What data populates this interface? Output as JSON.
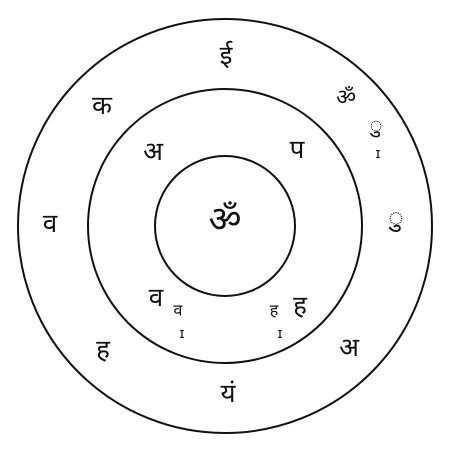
{
  "diagram": {
    "ink_color": "#111111",
    "background_color": "#ffffff",
    "rings": [
      "outer-ring",
      "middle-ring",
      "inner-ring"
    ],
    "center_seed": {
      "glyph": "ॐ",
      "ring": "inner"
    },
    "middle_ring_seeds": [
      {
        "id": "nw",
        "glyph": "अ"
      },
      {
        "id": "ne",
        "glyph": "प"
      },
      {
        "id": "sw",
        "glyph": "व",
        "subscript": "ɪ"
      },
      {
        "id": "se",
        "glyph": "ह",
        "subscript": "ɪ"
      }
    ],
    "outer_ring_seeds": [
      {
        "id": "top",
        "glyph": "ई"
      },
      {
        "id": "upper-left",
        "glyph": "क"
      },
      {
        "id": "upper-right",
        "glyph": "ॐ",
        "companion": "ु",
        "subscript": "ɪ"
      },
      {
        "id": "left",
        "glyph": "व"
      },
      {
        "id": "right",
        "glyph": "ु"
      },
      {
        "id": "lower-left",
        "glyph": "ह"
      },
      {
        "id": "lower-right",
        "glyph": "अ"
      },
      {
        "id": "bottom",
        "glyph": "यं"
      }
    ]
  }
}
